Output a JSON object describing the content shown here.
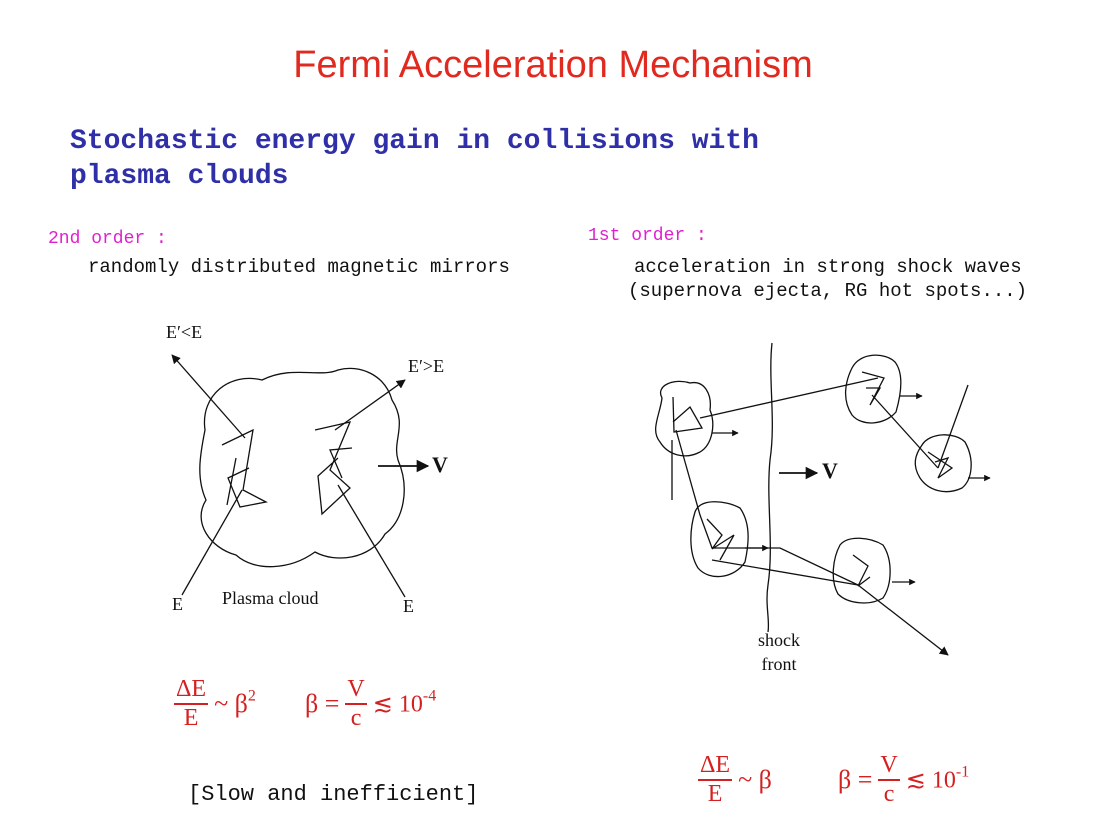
{
  "title": "Fermi Acceleration Mechanism",
  "subtitle": {
    "line1": "Stochastic energy gain in collisions with",
    "line2": "plasma clouds"
  },
  "second_order": {
    "heading": "2nd order :",
    "description": "randomly distributed magnetic mirrors",
    "label_e_prime_less": "E′<E",
    "label_e_prime_greater": "E′>E",
    "label_v": "V",
    "label_e_left": "E",
    "label_e_right": "E",
    "label_cloud": "Plasma cloud",
    "formula_gain": {
      "num": "ΔE",
      "den": "E",
      "rel": "~ β",
      "exp": "2"
    },
    "formula_beta": {
      "lhs": "β =",
      "num": "V",
      "den": "c",
      "rel": "≲ 10",
      "exp": "-4"
    },
    "note": "[Slow and inefficient]"
  },
  "first_order": {
    "heading": "1st order :",
    "description_line1": "acceleration in strong shock waves",
    "description_line2": "(supernova ejecta, RG hot spots...)",
    "label_v": "V",
    "label_shock_line1": "shock",
    "label_shock_line2": "front",
    "formula_gain": {
      "num": "ΔE",
      "den": "E",
      "rel": "~ β"
    },
    "formula_beta": {
      "lhs": "β =",
      "num": "V",
      "den": "c",
      "rel": "≲ 10",
      "exp": "-1"
    }
  },
  "colors": {
    "title": "#e0291f",
    "subtitle": "#2f2fa8",
    "headings": "#e020d0",
    "formulas": "#d42020",
    "ink": "#111111"
  }
}
